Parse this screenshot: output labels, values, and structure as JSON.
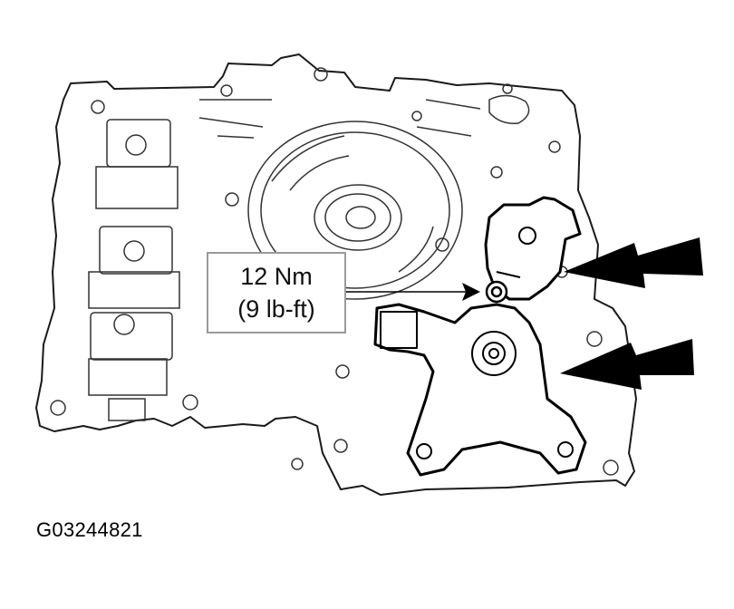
{
  "callout": {
    "torque_nm": "12 Nm",
    "torque_lbft": "(9 lb-ft)"
  },
  "figure_id": "G03244821",
  "colors": {
    "line": "#1a1a1a",
    "light_line": "#666666",
    "fill": "#ffffff",
    "arrow": "#000000",
    "box_border": "#9a9a9a"
  },
  "icons": [
    "arrow-upper-icon",
    "arrow-lower-icon",
    "leader-arrow-icon"
  ]
}
